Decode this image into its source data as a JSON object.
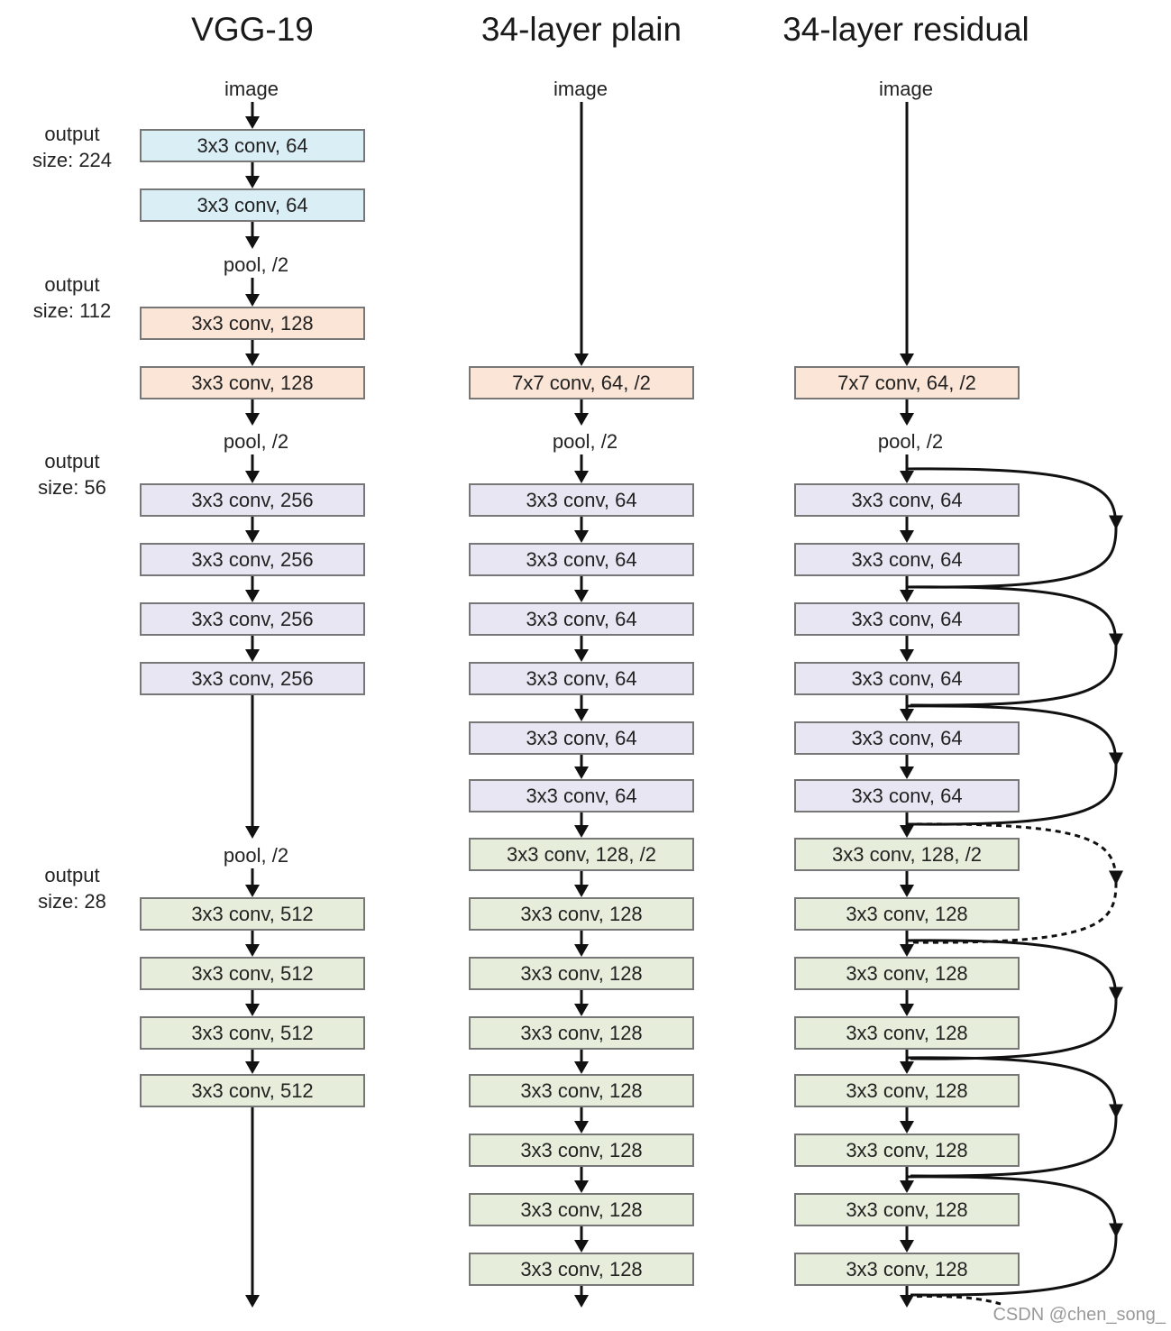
{
  "columns": {
    "vgg": {
      "title": "VGG-19",
      "image_label": "image"
    },
    "plain": {
      "title": "34-layer plain",
      "image_label": "image"
    },
    "resid": {
      "title": "34-layer residual",
      "image_label": "image"
    }
  },
  "size_labels": [
    "output\nsize: 224",
    "output\nsize: 112",
    "output\nsize: 56",
    "output\nsize: 28"
  ],
  "pool_labels": {
    "vgg": [
      "pool, /2",
      "pool, /2",
      "pool, /2"
    ],
    "plain": [
      "pool, /2"
    ],
    "resid": [
      "pool, /2"
    ]
  },
  "vgg_blocks": [
    {
      "label": "3x3 conv, 64",
      "color": "#daeef6"
    },
    {
      "label": "3x3 conv, 64",
      "color": "#daeef6"
    },
    {
      "label": "3x3 conv, 128",
      "color": "#fbe5d6"
    },
    {
      "label": "3x3 conv, 128",
      "color": "#fbe5d6"
    },
    {
      "label": "3x3 conv, 256",
      "color": "#e8e6f2"
    },
    {
      "label": "3x3 conv, 256",
      "color": "#e8e6f2"
    },
    {
      "label": "3x3 conv, 256",
      "color": "#e8e6f2"
    },
    {
      "label": "3x3 conv, 256",
      "color": "#e8e6f2"
    },
    {
      "label": "3x3 conv, 512",
      "color": "#e6eedb"
    },
    {
      "label": "3x3 conv, 512",
      "color": "#e6eedb"
    },
    {
      "label": "3x3 conv, 512",
      "color": "#e6eedb"
    },
    {
      "label": "3x3 conv, 512",
      "color": "#e6eedb"
    }
  ],
  "plain_blocks": [
    {
      "label": "7x7 conv, 64, /2",
      "color": "#fbe5d6"
    },
    {
      "label": "3x3 conv, 64",
      "color": "#e8e6f2"
    },
    {
      "label": "3x3 conv, 64",
      "color": "#e8e6f2"
    },
    {
      "label": "3x3 conv, 64",
      "color": "#e8e6f2"
    },
    {
      "label": "3x3 conv, 64",
      "color": "#e8e6f2"
    },
    {
      "label": "3x3 conv, 64",
      "color": "#e8e6f2"
    },
    {
      "label": "3x3 conv, 64",
      "color": "#e8e6f2"
    },
    {
      "label": "3x3 conv, 128, /2",
      "color": "#e6eedb"
    },
    {
      "label": "3x3 conv, 128",
      "color": "#e6eedb"
    },
    {
      "label": "3x3 conv, 128",
      "color": "#e6eedb"
    },
    {
      "label": "3x3 conv, 128",
      "color": "#e6eedb"
    },
    {
      "label": "3x3 conv, 128",
      "color": "#e6eedb"
    },
    {
      "label": "3x3 conv, 128",
      "color": "#e6eedb"
    },
    {
      "label": "3x3 conv, 128",
      "color": "#e6eedb"
    },
    {
      "label": "3x3 conv, 128",
      "color": "#e6eedb"
    }
  ],
  "resid_blocks": [
    {
      "label": "7x7 conv, 64, /2",
      "color": "#fbe5d6"
    },
    {
      "label": "3x3 conv, 64",
      "color": "#e8e6f2"
    },
    {
      "label": "3x3 conv, 64",
      "color": "#e8e6f2"
    },
    {
      "label": "3x3 conv, 64",
      "color": "#e8e6f2"
    },
    {
      "label": "3x3 conv, 64",
      "color": "#e8e6f2"
    },
    {
      "label": "3x3 conv, 64",
      "color": "#e8e6f2"
    },
    {
      "label": "3x3 conv, 64",
      "color": "#e8e6f2"
    },
    {
      "label": "3x3 conv, 128, /2",
      "color": "#e6eedb"
    },
    {
      "label": "3x3 conv, 128",
      "color": "#e6eedb"
    },
    {
      "label": "3x3 conv, 128",
      "color": "#e6eedb"
    },
    {
      "label": "3x3 conv, 128",
      "color": "#e6eedb"
    },
    {
      "label": "3x3 conv, 128",
      "color": "#e6eedb"
    },
    {
      "label": "3x3 conv, 128",
      "color": "#e6eedb"
    },
    {
      "label": "3x3 conv, 128",
      "color": "#e6eedb"
    },
    {
      "label": "3x3 conv, 128",
      "color": "#e6eedb"
    }
  ],
  "shortcuts": [
    {
      "style": "solid"
    },
    {
      "style": "solid"
    },
    {
      "style": "solid"
    },
    {
      "style": "dashed"
    },
    {
      "style": "solid"
    },
    {
      "style": "solid"
    },
    {
      "style": "solid"
    }
  ],
  "watermark": "CSDN @chen_song_"
}
